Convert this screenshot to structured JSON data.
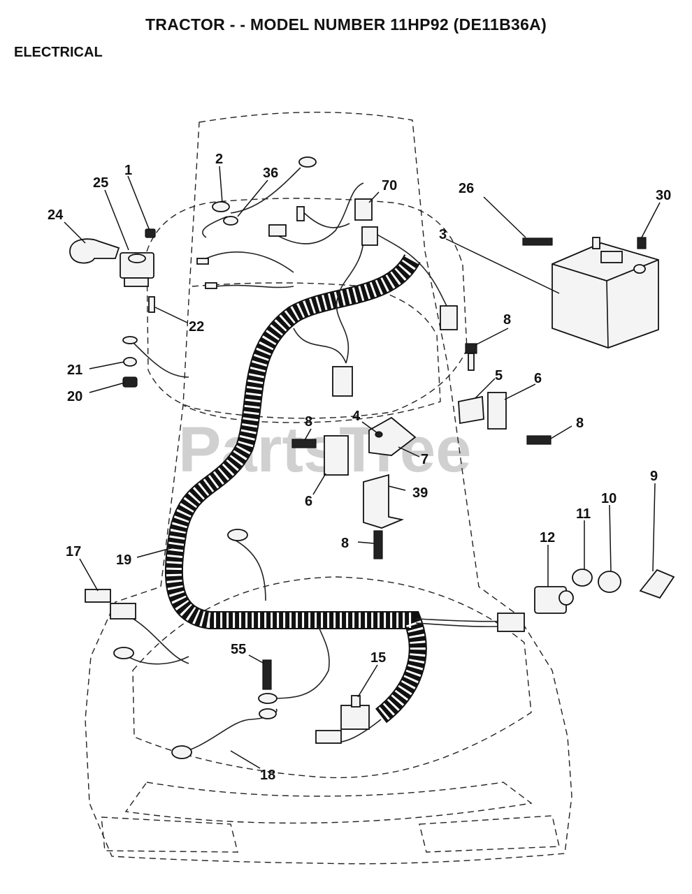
{
  "header": {
    "title": "TRACTOR - - MODEL NUMBER 11HP92 (DE11B36A)",
    "section": "ELECTRICAL"
  },
  "watermark": "PartsTree",
  "callouts": [
    "1",
    "2",
    "3",
    "4",
    "5",
    "6",
    "6",
    "7",
    "8",
    "8",
    "8",
    "8",
    "9",
    "10",
    "11",
    "12",
    "15",
    "17",
    "18",
    "19",
    "20",
    "21",
    "22",
    "24",
    "25",
    "26",
    "30",
    "36",
    "39",
    "55",
    "70"
  ],
  "colors": {
    "ink": "#111111",
    "watermark": "#d0d0d0",
    "background": "#ffffff"
  }
}
